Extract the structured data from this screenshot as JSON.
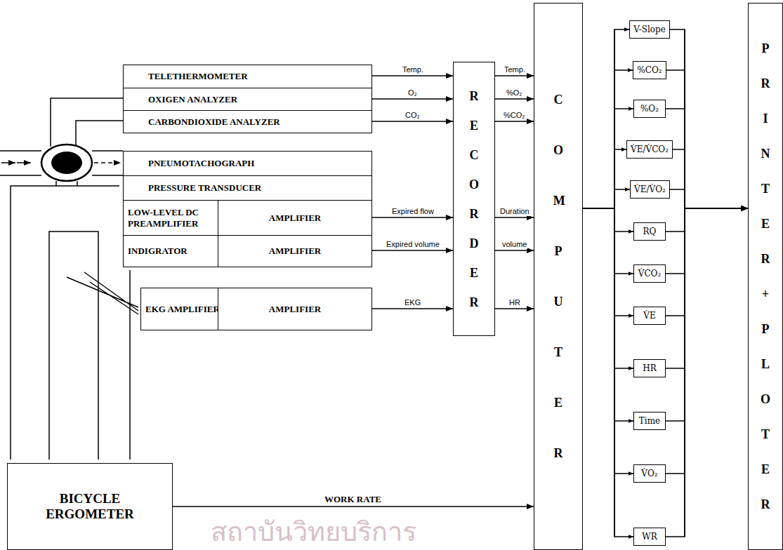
{
  "diagram": {
    "nodes": [
      {
        "text": [
          "TELETHERMOMETER"
        ]
      },
      {
        "text": [
          "OXIGEN ANALYZER"
        ]
      },
      {
        "text": [
          "CARBONDIOXIDE ANALYZER"
        ]
      },
      {
        "text": [
          "PNEUMOTACHOGRAPH"
        ]
      },
      {
        "text": [
          "PRESSURE TRANSDUCER"
        ]
      },
      {
        "text": [
          "LOW-LEVEL DC PREAMPLIFIER"
        ]
      },
      {
        "text": [
          "AMPLIFIER"
        ]
      },
      {
        "text": [
          "INDIGRATOR"
        ]
      },
      {
        "text": [
          "AMPLIFIER"
        ]
      },
      {
        "text": [
          "EKG AMPLIFIER"
        ]
      },
      {
        "text": [
          "AMPLIFIER"
        ]
      },
      {
        "text": [
          "BICYCLE ERGOMETER"
        ]
      },
      {
        "text": [
          "RECORDER"
        ]
      },
      {
        "text": [
          "COMPUTER"
        ]
      },
      {
        "text": [
          "V-Slope"
        ]
      },
      {
        "text": [
          "%CO₂"
        ]
      },
      {
        "text": [
          "%O₂"
        ]
      },
      {
        "text": [
          "V̇E/V̇CO₂"
        ]
      },
      {
        "text": [
          "V̇E/V̇O₂"
        ]
      },
      {
        "text": [
          "RQ"
        ]
      },
      {
        "text": [
          "V̇CO₂"
        ]
      },
      {
        "text": [
          "V̇E"
        ]
      },
      {
        "text": [
          "HR"
        ]
      },
      {
        "text": [
          "Time"
        ]
      },
      {
        "text": [
          "V̇O₂"
        ]
      },
      {
        "text": [
          "WR"
        ]
      },
      {
        "text": [
          "PRINTER+PLOTER"
        ]
      }
    ],
    "edges": [
      {
        "from": 0,
        "to": 12,
        "label": "Temp.",
        "arrow": "to"
      },
      {
        "from": 1,
        "to": 12,
        "label": "O₂",
        "arrow": "to"
      },
      {
        "from": 2,
        "to": 12,
        "label": "CO₂",
        "arrow": "to"
      },
      {
        "from": 6,
        "to": 12,
        "label": "Expired flow",
        "arrow": "to"
      },
      {
        "from": 8,
        "to": 12,
        "label": "Expired volume",
        "arrow": "to"
      },
      {
        "from": 10,
        "to": 12,
        "label": "EKG",
        "arrow": "to"
      },
      {
        "from": 12,
        "to": 13,
        "label": "Temp.",
        "arrow": "to"
      },
      {
        "from": 12,
        "to": 13,
        "label": "%O₂",
        "arrow": "to"
      },
      {
        "from": 12,
        "to": 13,
        "label": "%CO₂",
        "arrow": "to"
      },
      {
        "from": 12,
        "to": 13,
        "label": "Duration",
        "arrow": "to"
      },
      {
        "from": 12,
        "to": 13,
        "label": "volume",
        "arrow": "to"
      },
      {
        "from": 12,
        "to": 13,
        "label": "HR",
        "arrow": "to"
      },
      {
        "from": 11,
        "to": 13,
        "label": "WORK RATE",
        "arrow": "to"
      },
      {
        "from": 13,
        "to": 14,
        "arrow": "to"
      },
      {
        "from": 13,
        "to": 15,
        "arrow": "to"
      },
      {
        "from": 13,
        "to": 16,
        "arrow": "to"
      },
      {
        "from": 13,
        "to": 17,
        "arrow": "to"
      },
      {
        "from": 13,
        "to": 18,
        "arrow": "to"
      },
      {
        "from": 13,
        "to": 19,
        "arrow": "to"
      },
      {
        "from": 13,
        "to": 20,
        "arrow": "to"
      },
      {
        "from": 13,
        "to": 21,
        "arrow": "to"
      },
      {
        "from": 13,
        "to": 22,
        "arrow": "to"
      },
      {
        "from": 13,
        "to": 23,
        "arrow": "to"
      },
      {
        "from": 13,
        "to": 24,
        "arrow": "to"
      },
      {
        "from": 13,
        "to": 25,
        "arrow": "to"
      },
      {
        "from": 14,
        "to": 26,
        "arrow": "to"
      },
      {
        "from": 15,
        "to": 26,
        "arrow": "to"
      },
      {
        "from": 16,
        "to": 26,
        "arrow": "to"
      },
      {
        "from": 17,
        "to": 26,
        "arrow": "to"
      },
      {
        "from": 18,
        "to": 26,
        "arrow": "to"
      },
      {
        "from": 19,
        "to": 26,
        "arrow": "to"
      },
      {
        "from": 20,
        "to": 26,
        "arrow": "to"
      },
      {
        "from": 21,
        "to": 26,
        "arrow": "to"
      },
      {
        "from": 22,
        "to": 26,
        "arrow": "to"
      },
      {
        "from": 23,
        "to": 26,
        "arrow": "to"
      },
      {
        "from": 24,
        "to": 26,
        "arrow": "to"
      },
      {
        "from": 25,
        "to": 26,
        "arrow": "to"
      }
    ],
    "labels": [
      "สถาบันวิทยบริการ"
    ]
  }
}
